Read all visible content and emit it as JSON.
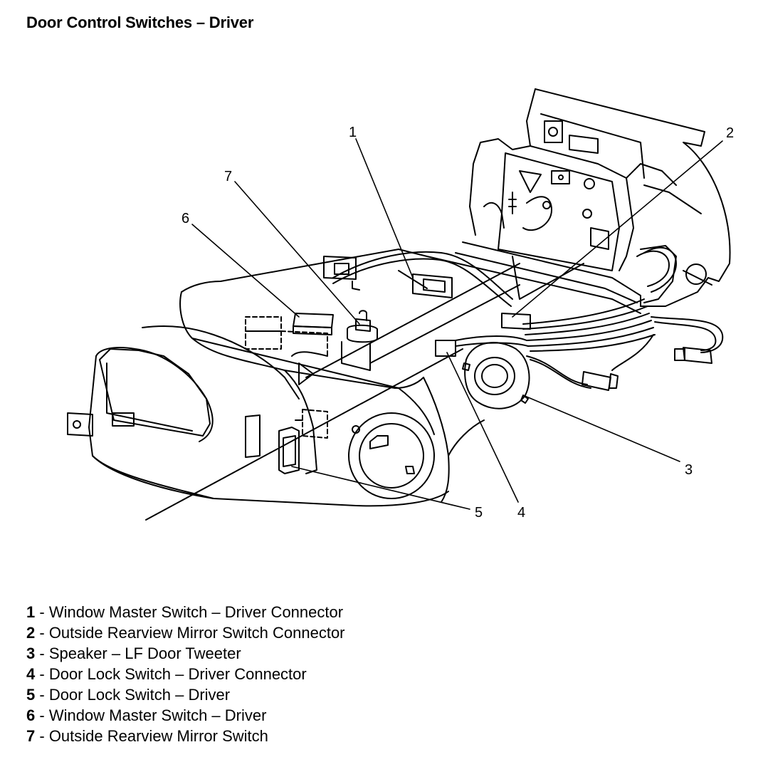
{
  "title": "Door Control Switches – Driver",
  "callouts": [
    {
      "number": "1",
      "label": "Window Master Switch – Driver Connector"
    },
    {
      "number": "2",
      "label": "Outside Rearview Mirror Switch Connector"
    },
    {
      "number": "3",
      "label": "Speaker – LF Door Tweeter"
    },
    {
      "number": "4",
      "label": "Door Lock Switch – Driver Connector"
    },
    {
      "number": "5",
      "label": "Door Lock Switch – Driver"
    },
    {
      "number": "6",
      "label": "Window Master Switch – Driver"
    },
    {
      "number": "7",
      "label": "Outside Rearview Mirror Switch"
    }
  ],
  "legend_separator": " - "
}
